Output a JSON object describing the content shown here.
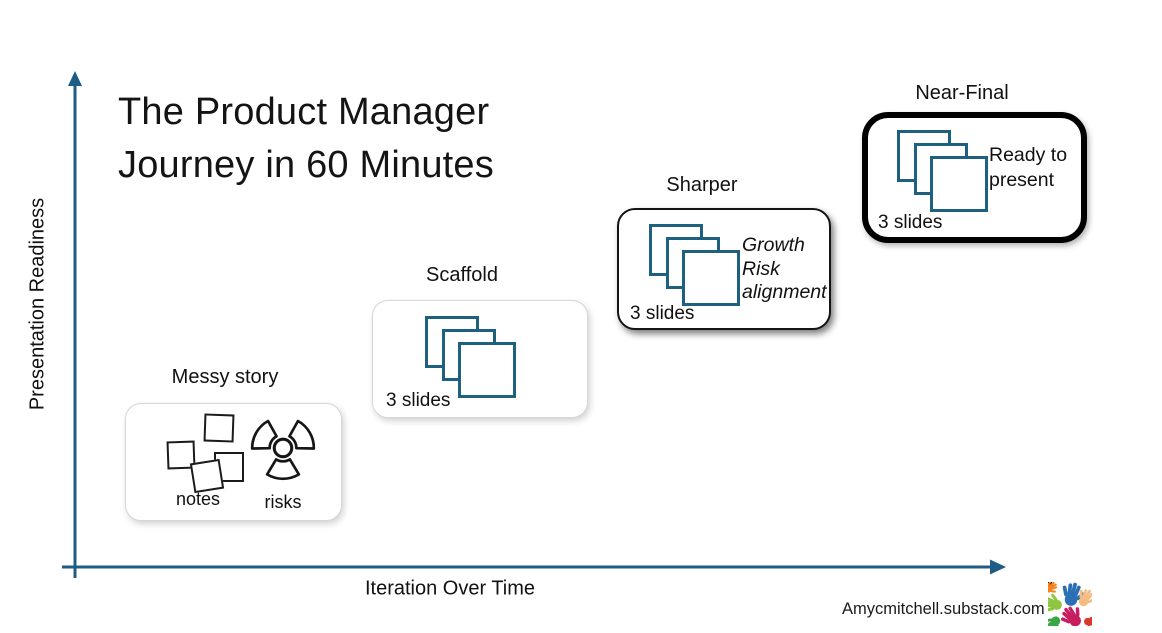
{
  "title": {
    "lines": [
      "The Product Manager",
      "Journey in 60 Minutes"
    ]
  },
  "axes": {
    "y_label": "Presentation Readiness",
    "x_label": "Iteration Over Time"
  },
  "stages": [
    {
      "label": "Messy story",
      "items": [
        {
          "icon": "sticky-notes-icon",
          "caption": "notes"
        },
        {
          "icon": "radiation-icon",
          "caption": "risks"
        }
      ]
    },
    {
      "label": "Scaffold",
      "slide_count": "3 slides"
    },
    {
      "label": "Sharper",
      "slide_count": "3 slides",
      "annotation": [
        "Growth",
        "Risk",
        "alignment"
      ]
    },
    {
      "label": "Near-Final",
      "slide_count": "3 slides",
      "annotation": [
        "Ready to",
        "present"
      ]
    }
  ],
  "footer": {
    "credit": "Amycmitchell.substack.com",
    "logo": "colorful-hands-logo"
  },
  "colors": {
    "axis": "#1F5C85",
    "slide_stroke": "#1E607F",
    "ink": "#161616"
  }
}
